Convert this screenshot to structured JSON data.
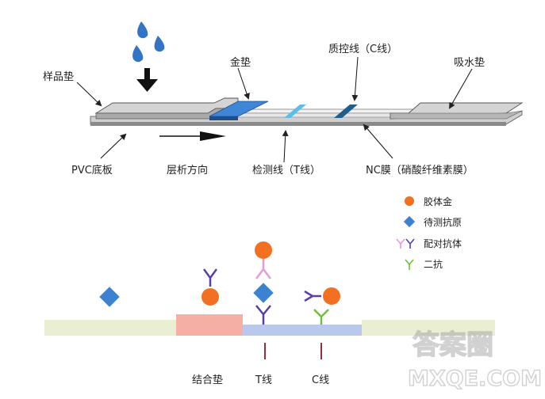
{
  "top_labels": {
    "sample_pad": "样品垫",
    "gold_pad": "金垫",
    "control_line": "质控线（C线）",
    "absorbent_pad": "吸水垫",
    "pvc_board": "PVC底板",
    "flow_direction": "层析方向",
    "test_line": "检测线（T线）",
    "nc_membrane": "NC膜（硝酸纤维素膜）"
  },
  "legend": [
    {
      "label": "胶体金",
      "icon": "gold-circle-icon",
      "color": "#f36f21"
    },
    {
      "label": "待测抗原",
      "icon": "antigen-diamond-icon",
      "color": "#3c82d0"
    },
    {
      "label": "配对抗体",
      "icon": "antibody-y-icon",
      "color": "#5b3fa6"
    },
    {
      "label": "二抗",
      "icon": "secondary-antibody-y-icon",
      "color": "#6fbf3c"
    }
  ],
  "bottom_labels": {
    "conjugate_pad": "结合垫",
    "t_line": "T线",
    "c_line": "C线"
  },
  "watermark": {
    "line1": "答案圈",
    "line2": "MXQE.COM"
  },
  "colors": {
    "gold": "#f36f21",
    "antigen": "#3c82d0",
    "antibody": "#5b3fa6",
    "antibody_light": "#e79ad9",
    "secondary": "#6fbf3c",
    "t_line": "#55b8ea",
    "c_line": "#1f5d8c",
    "gold_pad": "#3f87d6"
  }
}
